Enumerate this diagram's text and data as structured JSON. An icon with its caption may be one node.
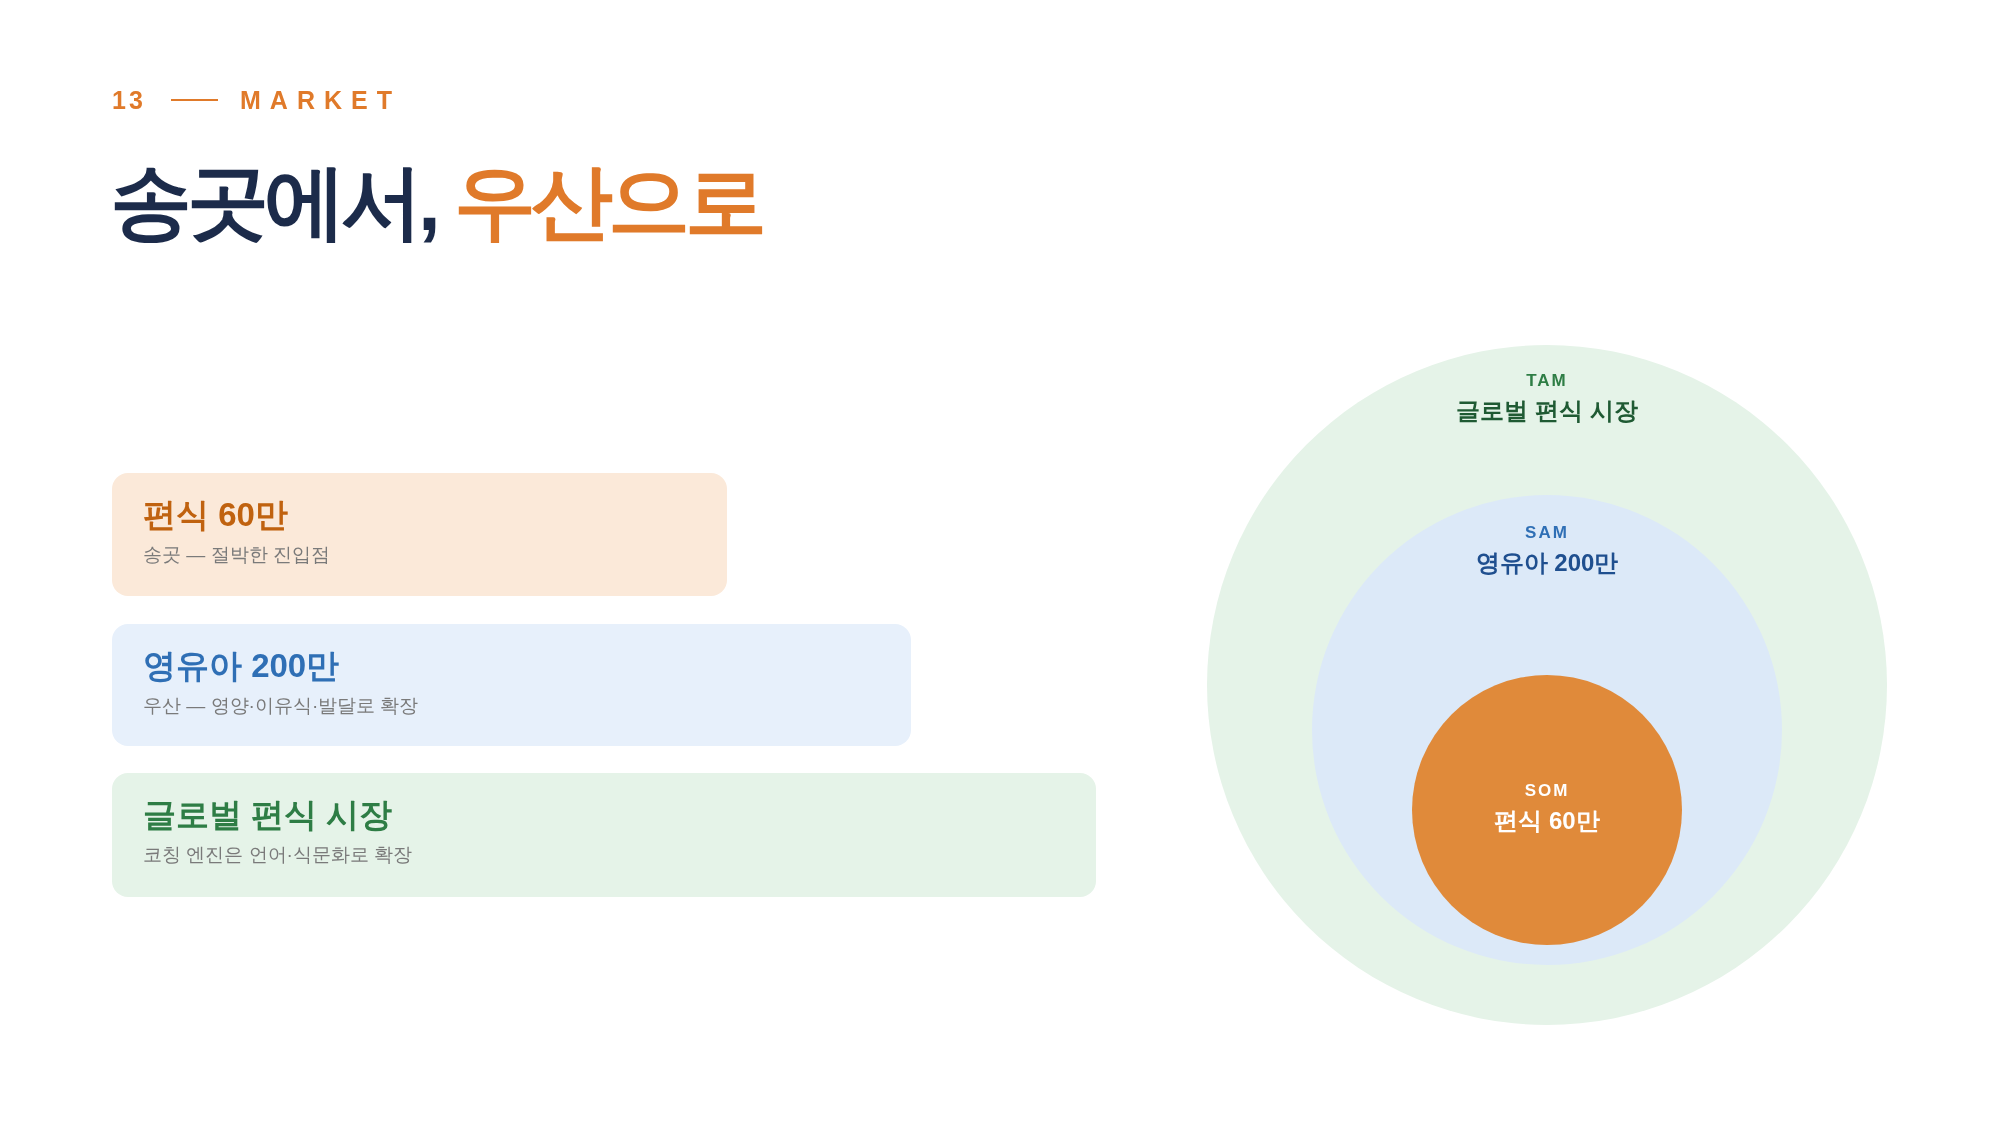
{
  "diagram": {
    "title": "송곳에서, 우산으로",
    "nodes": [
      {
        "text": [
          "편식 60만",
          "송곳 — 절박한 진입점"
        ]
      },
      {
        "text": [
          "영유아 200만",
          "우산 — 영양·이유식·발달로 확장"
        ]
      },
      {
        "text": [
          "글로벌 편식 시장",
          "코칭 엔진은 언어·식문화로 확장"
        ]
      },
      {
        "text": [
          "TAM",
          "글로벌 편식 시장"
        ]
      },
      {
        "text": [
          "SAM",
          "영유아 200만"
        ],
        "in": 3
      },
      {
        "text": [
          "SOM",
          "편식 60만"
        ],
        "in": 4
      }
    ],
    "labels": [
      "13",
      "MARKET"
    ]
  }
}
